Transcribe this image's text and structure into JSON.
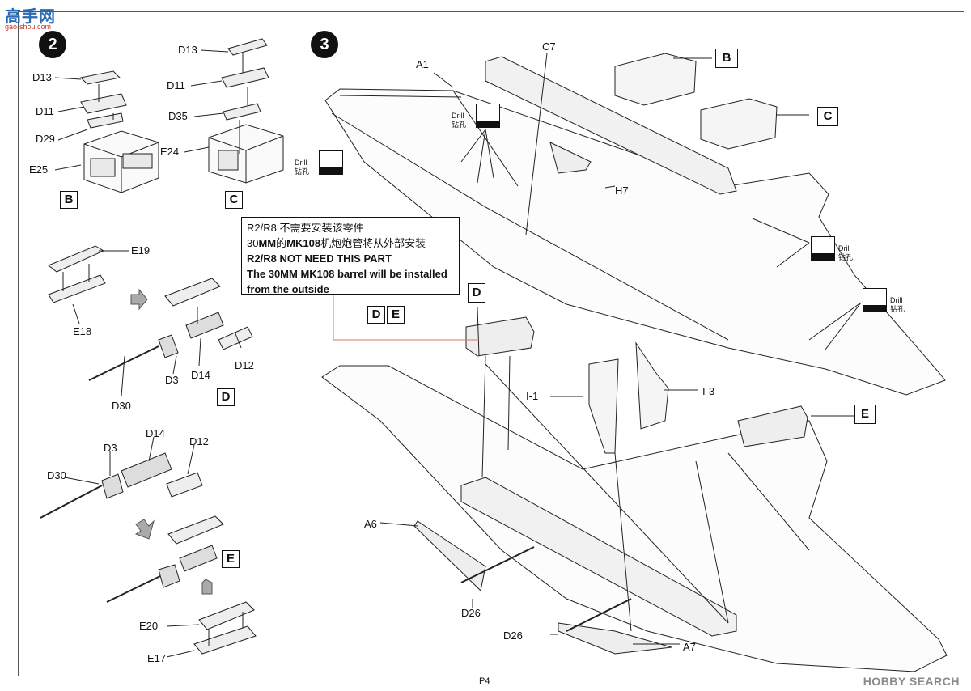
{
  "site": {
    "logo_text": "高手网",
    "logo_sub": "gao-shou.com"
  },
  "steps": {
    "step2": "2",
    "step3": "3"
  },
  "boxes": {
    "b1": "B",
    "c1": "C",
    "d1": "D",
    "d2": "D",
    "e1": "E",
    "e_sel": "E",
    "b2": "B",
    "c2": "C",
    "d3": "D",
    "e2": "E"
  },
  "labels": {
    "s2_d13": "D13",
    "s2_d11": "D11",
    "s2_d29": "D29",
    "s2_e25": "E25",
    "s2c_d13": "D13",
    "s2c_d11": "D11",
    "s2c_d35": "D35",
    "s2c_e24": "E24",
    "e19": "E19",
    "e18": "E18",
    "d3a": "D3",
    "d14a": "D14",
    "d12a": "D12",
    "d30a": "D30",
    "d3b": "D3",
    "d14b": "D14",
    "d12b": "D12",
    "d30b": "D30",
    "e20": "E20",
    "e17": "E17",
    "a1": "A1",
    "c7": "C7",
    "h7": "H7",
    "i1": "I-1",
    "i3": "I-3",
    "a6": "A6",
    "d26a": "D26",
    "d26b": "D26",
    "a7": "A7"
  },
  "note": {
    "line1": "R2/R8 不需要安装该零件",
    "line2_pre": "30",
    "line2_mm": "MM",
    "line2_mid": "的",
    "line2_mk": "MK108",
    "line2_post": "机炮炮管将从外部安装",
    "line3": "R2/R8 NOT NEED THIS PART",
    "line4": "The 30MM MK108 barrel will be installed",
    "line5": " from the outside"
  },
  "drill": {
    "en": "Drill",
    "cn": "钻孔"
  },
  "footer": {
    "page": "P4"
  },
  "watermark": "HOBBY SEARCH"
}
